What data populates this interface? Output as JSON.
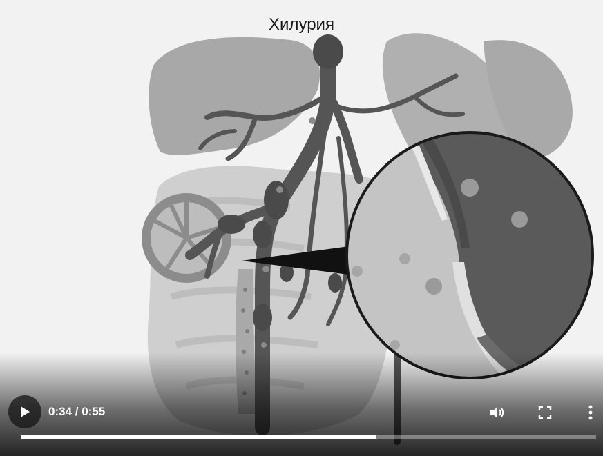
{
  "video": {
    "title": "Хилурия",
    "time_display": "0:34 / 0:55",
    "current_seconds": 34,
    "duration_seconds": 55,
    "progress_fraction": 0.6182
  },
  "controls": {
    "play_icon": "play-icon",
    "volume_icon": "volume-icon",
    "fullscreen_icon": "fullscreen-icon",
    "more_icon": "more-vertical-icon"
  },
  "colors": {
    "progress_fill": "#ffffff",
    "progress_track": "#7a7a7a"
  }
}
